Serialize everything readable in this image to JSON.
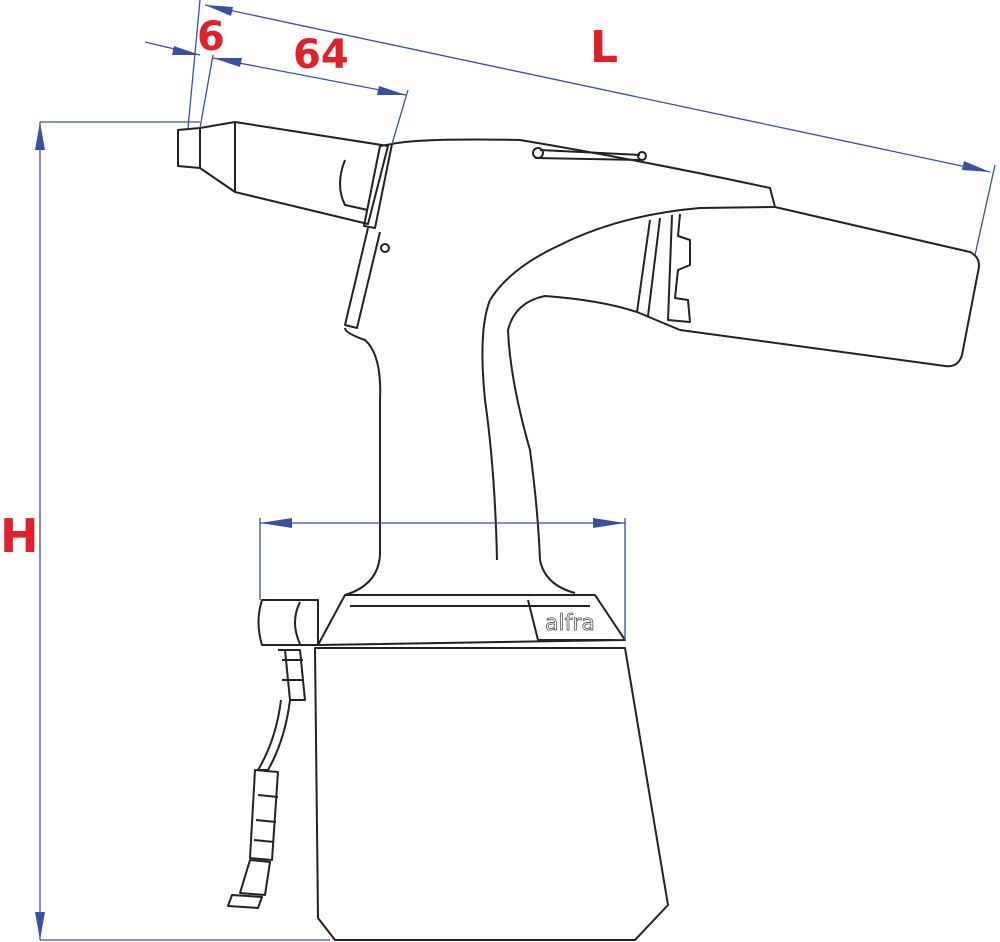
{
  "dimensions": {
    "nose_offset": "6",
    "nose_length": "64",
    "length": "L",
    "height": "H"
  },
  "colors": {
    "dimension_line": "#3a4fa0",
    "dimension_text": "#e0202a",
    "outline": "#222222"
  }
}
